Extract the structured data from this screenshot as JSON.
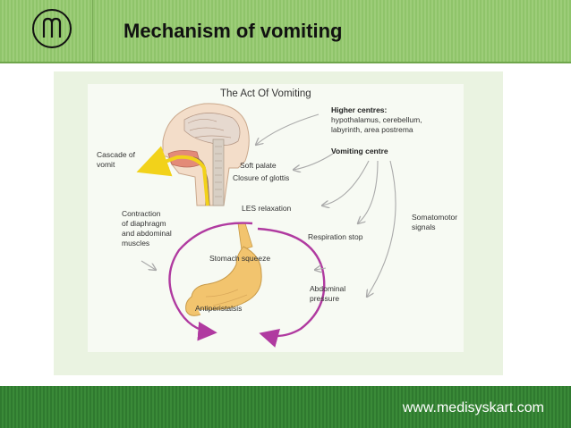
{
  "slide": {
    "title": "Mechanism of vomiting",
    "website": "www.medisyskart.com"
  },
  "diagram": {
    "title": "The Act Of Vomiting",
    "higher_centres": {
      "heading": "Higher centres:",
      "line1": "hypothalamus, cerebellum,",
      "line2": "labyrinth, area postrema"
    },
    "vomiting_centre": "Vomiting centre",
    "cascade": {
      "line1": "Cascade of",
      "line2": "vomit"
    },
    "soft_palate": "Soft palate",
    "closure_glottis": "Closure of glottis",
    "les_relaxation": "LES relaxation",
    "contraction": {
      "line1": "Contraction",
      "line2": "of diaphragm",
      "line3": "and abdominal",
      "line4": "muscles"
    },
    "respiration_stop": "Respiration stop",
    "somatomotor": {
      "line1": "Somatomotor",
      "line2": "signals"
    },
    "stomach_squeeze": "Stomach squeeze",
    "abdominal_pressure": {
      "line1": "Abdominal",
      "line2": "pressure"
    },
    "antiperistalsis": "Antiperistalsis",
    "colors": {
      "stomach": "#f2c46e",
      "arrow": "#b03aa0",
      "vomit": "#f2d21a",
      "panel": "#eaf3e1",
      "header": "#9dcd79",
      "footer": "#358235"
    }
  }
}
